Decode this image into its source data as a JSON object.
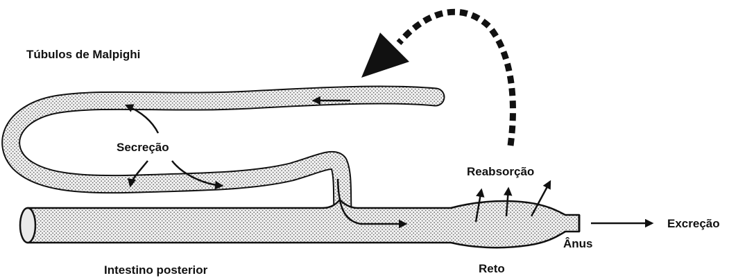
{
  "labels": {
    "malpighian_tubules": "Túbulos de Malpighi",
    "secretion": "Secreção",
    "reabsorption": "Reabsorção",
    "excretion": "Excreção",
    "anus": "Ânus",
    "hindgut": "Intestino posterior",
    "rectum": "Reto"
  },
  "colors": {
    "outline": "#111111",
    "fill": "#efefef",
    "stipple": "#777777",
    "text": "#111111"
  }
}
